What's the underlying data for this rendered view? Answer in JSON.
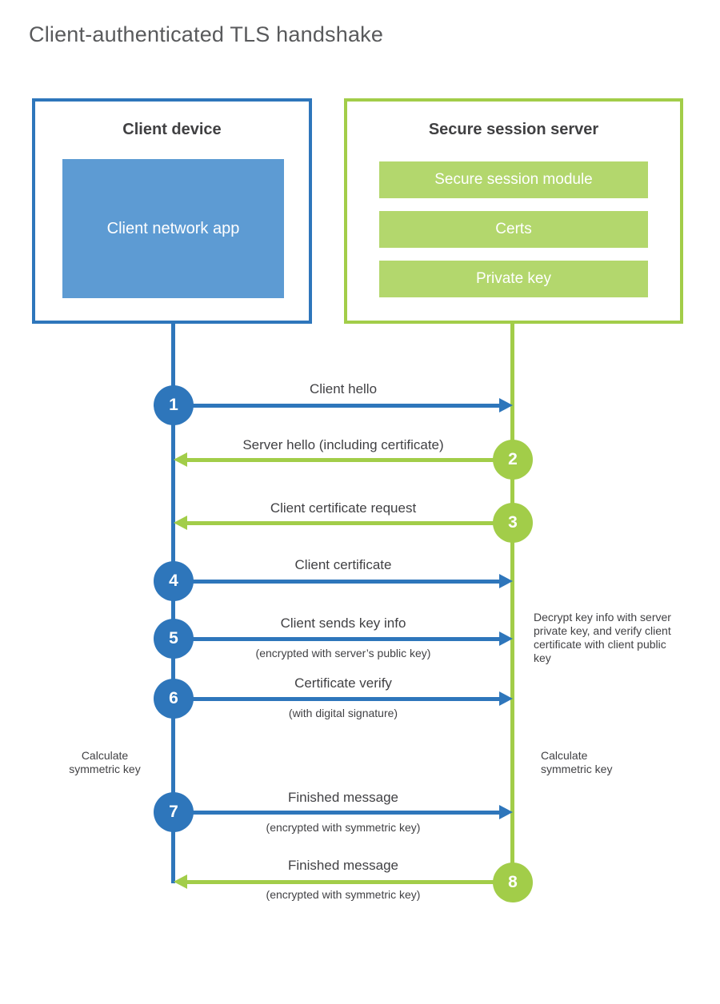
{
  "title": "Client-authenticated TLS handshake",
  "client": {
    "title": "Client device",
    "app_label": "Client network app"
  },
  "server": {
    "title": "Secure session server",
    "modules": [
      "Secure session module",
      "Certs",
      "Private key"
    ]
  },
  "messages": [
    {
      "num": "1",
      "label": "Client hello",
      "sublabel": "",
      "direction": "client-to-server"
    },
    {
      "num": "2",
      "label": "Server hello (including certificate)",
      "sublabel": "",
      "direction": "server-to-client"
    },
    {
      "num": "3",
      "label": "Client certificate request",
      "sublabel": "",
      "direction": "server-to-client"
    },
    {
      "num": "4",
      "label": "Client certificate",
      "sublabel": "",
      "direction": "client-to-server"
    },
    {
      "num": "5",
      "label": "Client sends key info",
      "sublabel": "(encrypted with server’s public key)",
      "direction": "client-to-server"
    },
    {
      "num": "6",
      "label": "Certificate verify",
      "sublabel": "(with digital signature)",
      "direction": "client-to-server"
    },
    {
      "num": "7",
      "label": "Finished message",
      "sublabel": "(encrypted with symmetric key)",
      "direction": "client-to-server"
    },
    {
      "num": "8",
      "label": "Finished message",
      "sublabel": "(encrypted with symmetric key)",
      "direction": "server-to-client"
    }
  ],
  "annotations": {
    "server_note": "Decrypt key info with server private key, and verify client certificate with client public key",
    "client_calc": "Calculate symmetric key",
    "server_calc": "Calculate symmetric key"
  },
  "colors": {
    "blue": "#2e76bb",
    "blue-light": "#5d9bd3",
    "green": "#a2cd49",
    "green-light": "#b3d76d",
    "text-dark": "#414144",
    "title-gray": "#595a5c"
  }
}
